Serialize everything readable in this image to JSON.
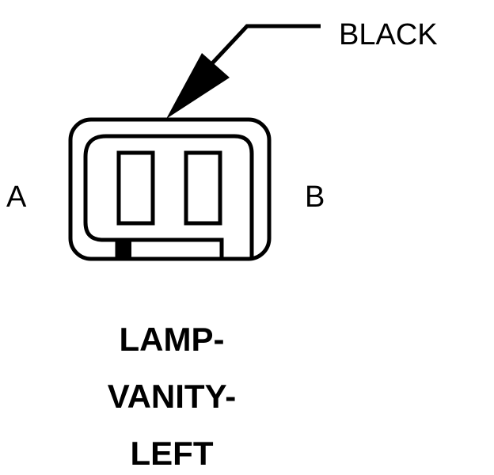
{
  "connector": {
    "wire_color_label": "BLACK",
    "pins": [
      {
        "label": "A"
      },
      {
        "label": "B"
      }
    ],
    "name_lines": [
      "LAMP-",
      "VANITY-",
      "LEFT"
    ]
  },
  "colors": {
    "line": "#000000",
    "background": "#ffffff"
  }
}
